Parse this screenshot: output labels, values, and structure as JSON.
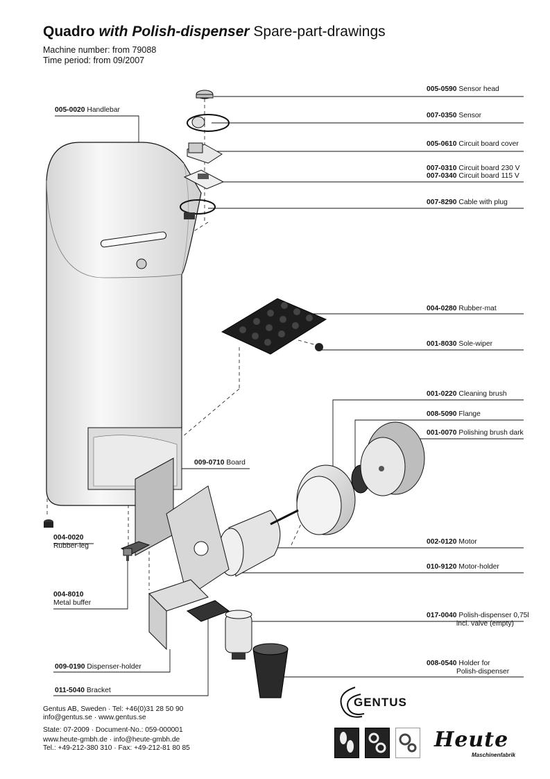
{
  "header": {
    "brand": "Quadro",
    "variant": "with Polish-dispenser",
    "suffix": "Spare-part-drawings",
    "machine_number": "Machine number: from 79088",
    "time_period": "Time period: from 09/2007"
  },
  "parts": {
    "sensor_head": {
      "code": "005-0590",
      "name": "Sensor head"
    },
    "sensor": {
      "code": "007-0350",
      "name": "Sensor"
    },
    "circuit_board_cover": {
      "code": "005-0610",
      "name": "Circuit board cover"
    },
    "circuit_board_230": {
      "code": "007-0310",
      "name": "Circuit board 230 V"
    },
    "circuit_board_115": {
      "code": "007-0340",
      "name": "Circuit board 115 V"
    },
    "cable_with_plug": {
      "code": "007-8290",
      "name": "Cable with plug"
    },
    "handlebar": {
      "code": "005-0020",
      "name": "Handlebar"
    },
    "rubber_mat": {
      "code": "004-0280",
      "name": "Rubber-mat"
    },
    "sole_wiper": {
      "code": "001-8030",
      "name": "Sole-wiper"
    },
    "cleaning_brush": {
      "code": "001-0220",
      "name": "Cleaning brush"
    },
    "flange": {
      "code": "008-5090",
      "name": "Flange"
    },
    "polishing_brush": {
      "code": "001-0070",
      "name": "Polishing brush dark"
    },
    "board": {
      "code": "009-0710",
      "name": "Board"
    },
    "rubber_leg": {
      "code": "004-0020",
      "name": "Rubber-leg"
    },
    "motor": {
      "code": "002-0120",
      "name": "Motor"
    },
    "motor_holder": {
      "code": "010-9120",
      "name": "Motor-holder"
    },
    "metal_buffer": {
      "code": "004-8010",
      "name": "Metal buffer"
    },
    "polish_dispenser": {
      "code": "017-0040",
      "name": "Polish-dispenser 0,75l",
      "name2": "incl. valve (empty)"
    },
    "holder_polish": {
      "code": "008-0540",
      "name": "Holder for",
      "name2": "Polish-dispenser"
    },
    "dispenser_holder": {
      "code": "009-0190",
      "name": "Dispenser-holder"
    },
    "bracket": {
      "code": "011-5040",
      "name": "Bracket"
    }
  },
  "footer": {
    "line1": "Gentus AB, Sweden  ·  Tel: +46(0)31 28 50 90",
    "line2": "info@gentus.se  ·  www.gentus.se",
    "line3": "State: 07-2009  ·  Document-No.: 059-000001",
    "line4": "www.heute-gmbh.de · info@heute-gmbh.de",
    "line5": "Tel.: +49-212-380 310 · Fax: +49-212-81 80 85"
  },
  "logos": {
    "gentus": "GENTUS",
    "heute": "Heute",
    "heute_sub": "Maschinenfabrik"
  },
  "icons": [
    "shoe-icon",
    "gears-shoe-icon",
    "gears-icon"
  ],
  "colors": {
    "ink": "#111111",
    "machine_body": "#e9e9e9",
    "dark_part": "#2a2a2a"
  }
}
